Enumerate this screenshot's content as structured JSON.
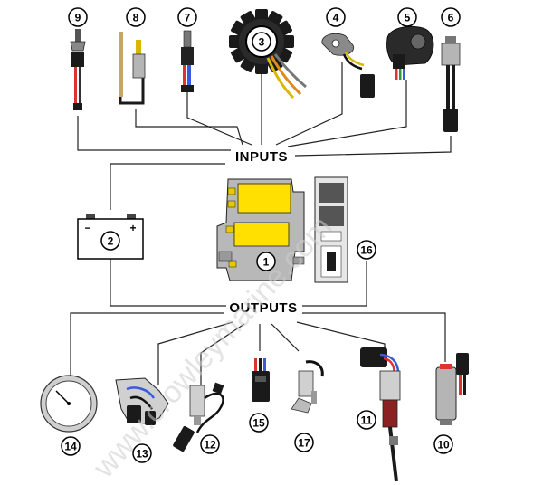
{
  "labels": {
    "inputs": "INPUTS",
    "outputs": "OUTPUTS",
    "battery_minus": "−",
    "battery_plus": "+"
  },
  "callouts": {
    "c1": "1",
    "c2": "2",
    "c3": "3",
    "c4": "4",
    "c5": "5",
    "c6": "6",
    "c7": "7",
    "c8": "8",
    "c9": "9",
    "c10": "10",
    "c11": "11",
    "c12": "12",
    "c13": "13",
    "c14": "14",
    "c15": "15",
    "c16": "16",
    "c17": "17"
  },
  "watermark": "www.crowleymarine.com",
  "colors": {
    "ecu_yellow": "#ffe000",
    "line": "#222222",
    "metal": "#c8c8c8",
    "dark": "#1a1a1a"
  }
}
